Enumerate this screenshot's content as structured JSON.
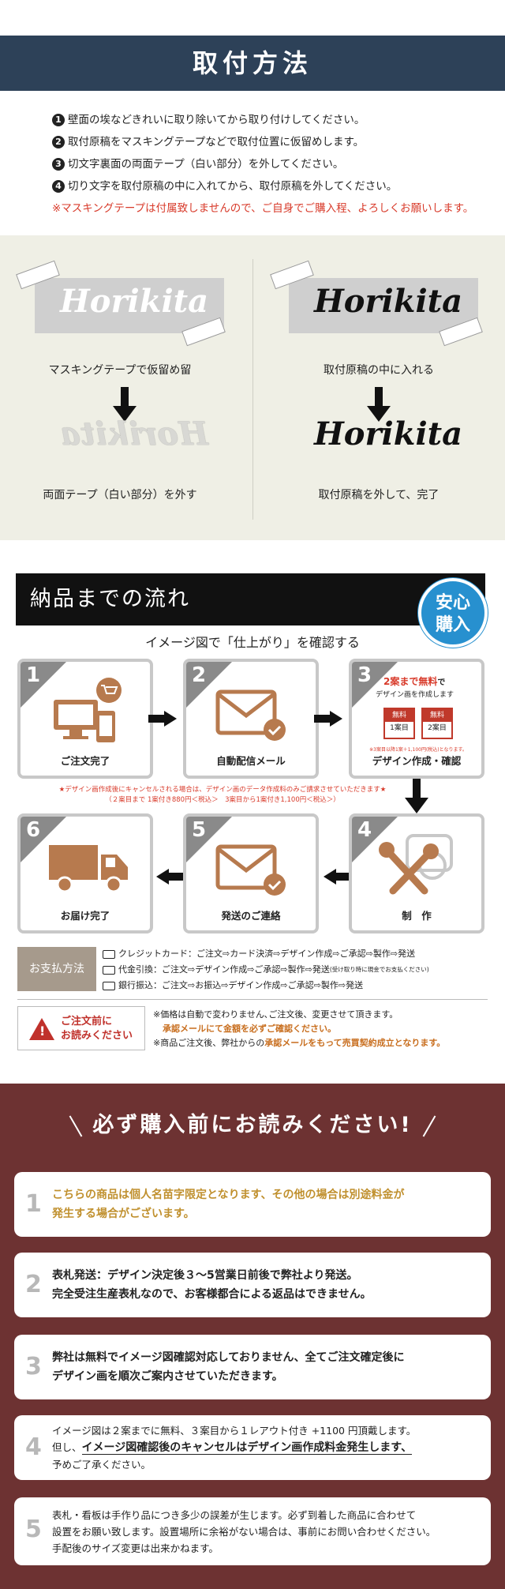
{
  "section1": {
    "title": "取付方法",
    "steps": [
      {
        "num": "1",
        "text": "壁面の埃などきれいに取り除いてから取り付けしてください。"
      },
      {
        "num": "2",
        "text": "取付原稿をマスキングテープなどで取付位置に仮留めします。"
      },
      {
        "num": "3",
        "text": "切文字裏面の両面テープ（白い部分）を外してください。"
      },
      {
        "num": "4",
        "text": "切り文字を取付原稿の中に入れてから、取付原稿を外してください。"
      }
    ],
    "warning": "※マスキングテープは付属致しませんので、ご自身でご購入程、よろしくお願いします。"
  },
  "illustration": {
    "signature": "Horikita",
    "mirrored_signature": "Horikita",
    "captions": [
      "マスキングテープで仮留め留",
      "取付原稿の中に入れる",
      "両面テープ（白い部分）を外す",
      "取付原稿を外して、完了"
    ]
  },
  "flow": {
    "title": "納品までの流れ",
    "badge": [
      "安心",
      "購入"
    ],
    "subtitle": "イメージ図で「仕上がり」を確認する",
    "cards": [
      {
        "num": "1",
        "label": "ご注文完了",
        "icon": "computer-cart-icon"
      },
      {
        "num": "2",
        "label": "自動配信メール",
        "icon": "mail-check-icon"
      },
      {
        "num": "3",
        "label": "デザイン作成・確認",
        "icon": "free-design-icon"
      },
      {
        "num": "4",
        "label": "制　作",
        "icon": "tools-icon"
      },
      {
        "num": "5",
        "label": "発送のご連絡",
        "icon": "mail-check-icon"
      },
      {
        "num": "6",
        "label": "お届け完了",
        "icon": "truck-icon"
      }
    ],
    "design_free": {
      "headline_a": "2案まで無料",
      "headline_b": "で",
      "sub": "デザイン画を作成します",
      "box_top": "無料",
      "box1": "1案目",
      "box2": "2案目",
      "note": "※3案目以降1案＋1,100円(税込)となります。"
    },
    "cancel_note": [
      "★デザイン画作成後にキャンセルされる場合は、デザイン画のデータ作成料のみご請求させていただきます★",
      "（２案目まで 1案付き880円＜税込＞　3案目から1案付き1,100円＜税込＞）"
    ],
    "payment": {
      "label": "お支払方法",
      "rows": [
        {
          "icon": "card-icon",
          "text": "クレジットカード：ご注文⇨カード決済⇨デザイン作成⇨ご承認⇨製作⇨発送",
          "extra": ""
        },
        {
          "icon": "truck-cod-icon",
          "text": "代金引換：ご注文⇨デザイン作成⇨ご承認⇨製作⇨発送",
          "extra": "(受け取り時に現金でお支払ください)"
        },
        {
          "icon": "bank-icon",
          "text": "銀行振込：ご注文⇨お振込⇨デザイン作成⇨ご承認⇨製作⇨発送",
          "extra": ""
        }
      ]
    },
    "notice": {
      "label": [
        "ご注文前に",
        "お読みください"
      ],
      "line1": "※価格は自動で変わりません､ご注文後、変更させて頂きます。",
      "line2": "承認メールにて金額を必ずご確認ください。",
      "line3_a": "※商品ご注文後、弊社からの",
      "line3_b": "承認メールをもって売買契約成立となります。"
    }
  },
  "section3": {
    "title": "必ず購入前にお読みください!",
    "notes": [
      {
        "num": "1",
        "lines": [
          "こちらの商品は個人名苗字限定となります、その他の場合は別途料金が",
          "発生する場合がございます。"
        ]
      },
      {
        "num": "2",
        "lines": [
          "表札発送：デザイン決定後３～5営業日前後で弊社より発送。",
          "完全受注生産表札なので、お客様都合による返品はできません。"
        ]
      },
      {
        "num": "3",
        "lines": [
          "弊社は無料でイメージ図確認対応しておりません、全てご注文確定後に",
          "デザイン画を順次ご案内させていただきます。"
        ]
      },
      {
        "num": "4",
        "line1": "イメージ図は２案までに無料、３案目から１レアウト付き +1100 円頂戴します。",
        "line2_a": "但し、",
        "line2_b": "イメージ図確認後のキャンセルはデザイン画作成料金発生します、",
        "line3": "予めご了承ください。"
      },
      {
        "num": "5",
        "lines": [
          "表札・看板は手作り品につき多少の誤差が生じます。必ず到着した商品に合わせて",
          "設置をお願い致します。設置場所に余裕がない場合は、事前にお問い合わせください。",
          "手配後のサイズ変更は出来かねます。"
        ]
      }
    ]
  }
}
